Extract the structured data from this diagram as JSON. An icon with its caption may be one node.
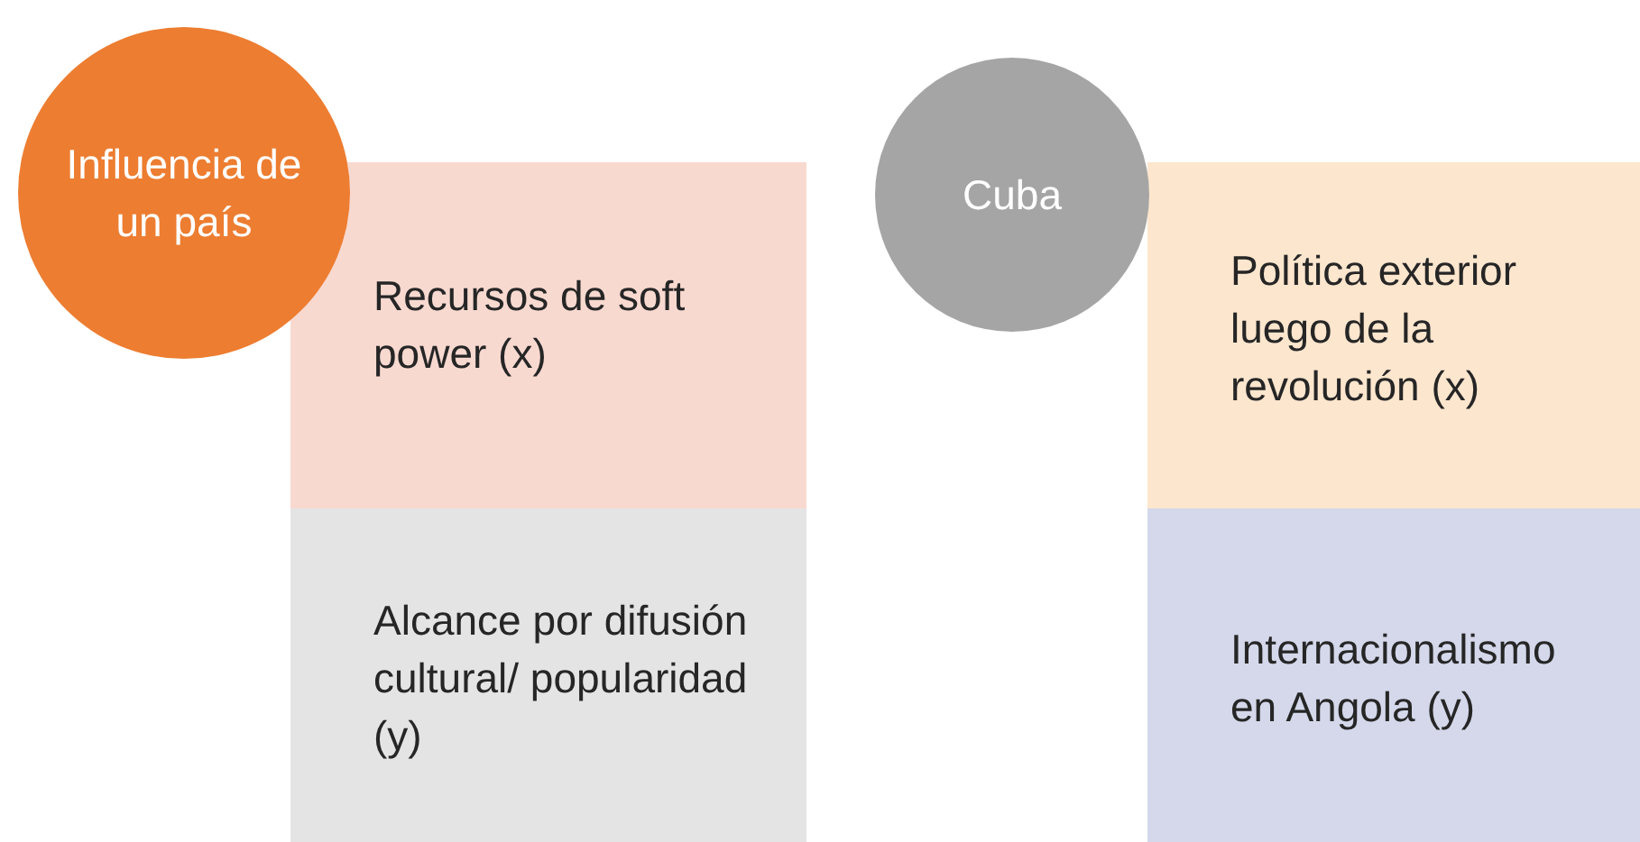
{
  "diagram": {
    "nodes": [
      {
        "text": [
          "Influencia de un país"
        ]
      },
      {
        "text": [
          "Recursos de soft power (x)"
        ]
      },
      {
        "text": [
          "Alcance por difusión cultural/ popularidad (y)"
        ]
      },
      {
        "text": [
          "Cuba"
        ]
      },
      {
        "text": [
          "Política exterior luego de la revolución (x)"
        ]
      },
      {
        "text": [
          "Internacionalismo en Angola (y)"
        ]
      }
    ]
  }
}
